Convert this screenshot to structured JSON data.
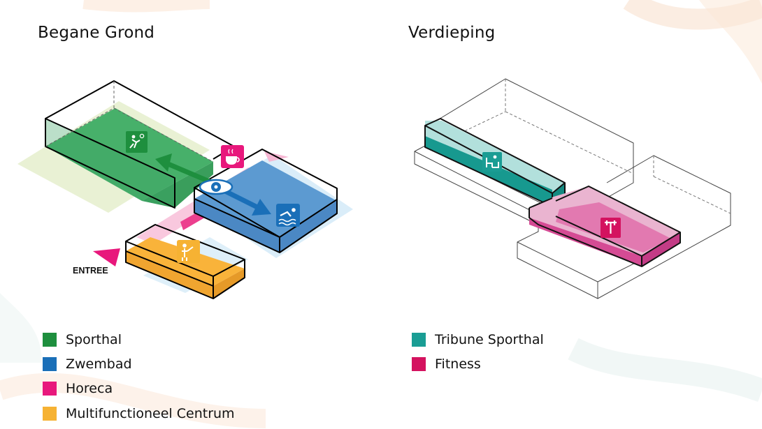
{
  "titles": {
    "ground_floor": "Begane Grond",
    "upper_floor": "Verdieping"
  },
  "entrance_label": "ENTREE",
  "legend_ground": [
    {
      "label": "Sporthal",
      "color": "#1e8f3e"
    },
    {
      "label": "Zwembad",
      "color": "#1a6fb8"
    },
    {
      "label": "Horeca",
      "color": "#e8187c"
    },
    {
      "label": "Multifunctioneel Centrum",
      "color": "#f6b233"
    }
  ],
  "legend_upper": [
    {
      "label": "Tribune Sporthal",
      "color": "#1a9d94"
    },
    {
      "label": "Fitness",
      "color": "#d4125f"
    }
  ],
  "icons": {
    "sporthal": "basketball-player-icon",
    "horeca": "coffee-cup-icon",
    "view": "eye-icon",
    "zwembad": "swimmer-icon",
    "multifunctioneel": "presenter-icon",
    "tribune": "spectator-seat-icon",
    "fitness": "dumbbell-icon"
  }
}
